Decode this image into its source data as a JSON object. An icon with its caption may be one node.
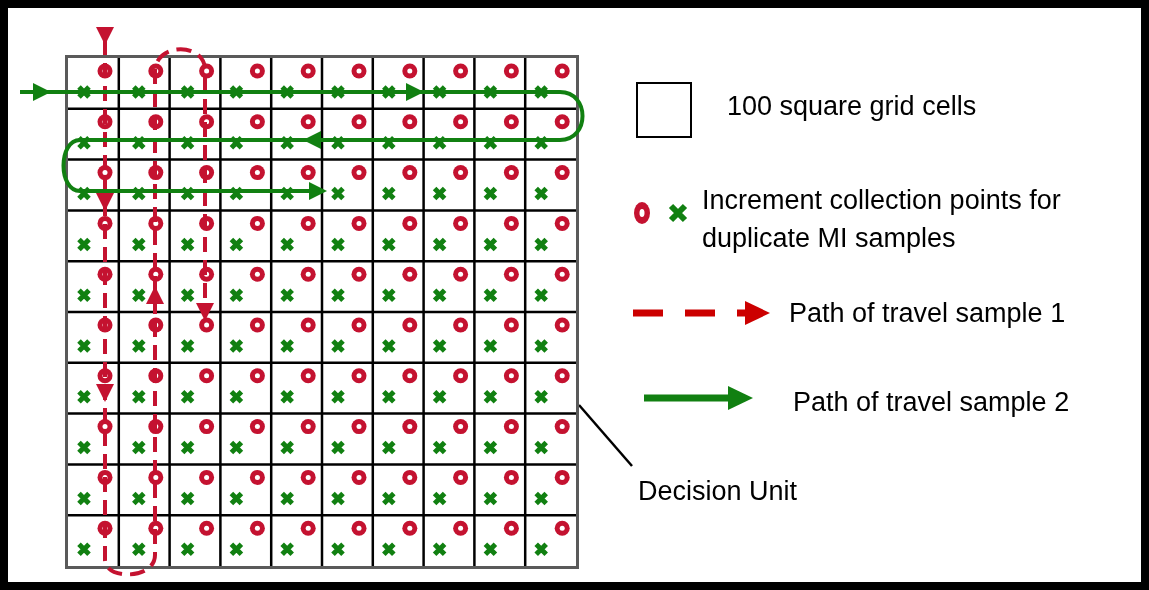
{
  "diagram": {
    "nodes": [
      {
        "text": [],
        "shape": "box"
      },
      {
        "text": [
          "Decision Unit"
        ]
      }
    ],
    "edges": [
      {
        "from": 1,
        "to": 0,
        "arrow": "none"
      }
    ],
    "legend": [
      {
        "text": "100 square grid cells"
      },
      {
        "text": "Increment collection points for duplicate MI samples"
      },
      {
        "text": "Path of travel sample 1"
      },
      {
        "text": "Path of travel sample 2"
      }
    ]
  }
}
